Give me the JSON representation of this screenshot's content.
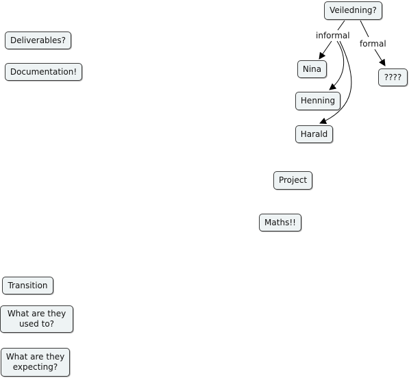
{
  "nodes": {
    "veiledning": "Veiledning?",
    "nina": "Nina",
    "henning": "Henning",
    "harald": "Harald",
    "unknown": "????",
    "project": "Project",
    "maths": "Maths!!",
    "deliverables": "Deliverables?",
    "documentation": "Documentation!",
    "transition": "Transition",
    "used_to": "What are they\nused to?",
    "expecting": "What are they\nexpecting?"
  },
  "links": {
    "informal": "informal",
    "formal": "formal"
  },
  "colors": {
    "node_fill": "#eef3f4",
    "node_border": "#3a3a3a",
    "line": "#000000"
  }
}
